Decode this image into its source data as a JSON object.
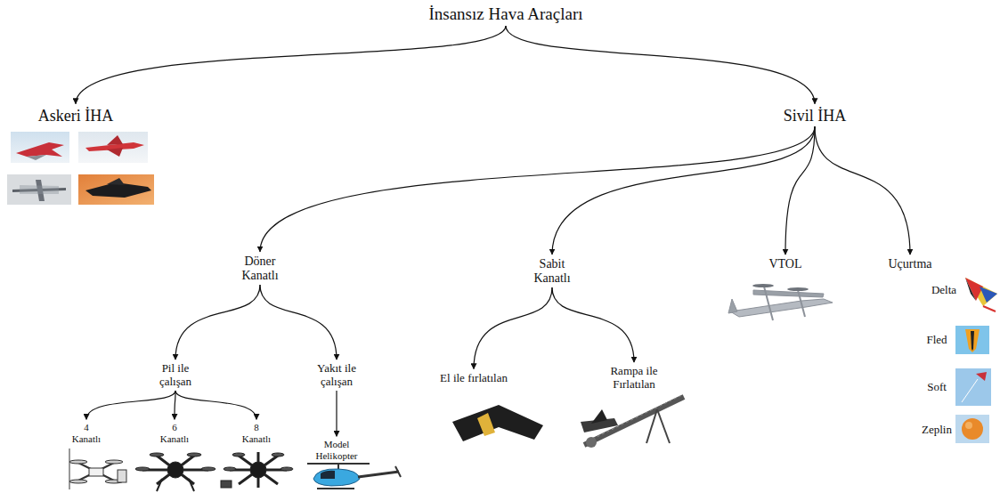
{
  "diagram": {
    "nodes": [
      {
        "text": [
          "İnsansız Hava Araçları"
        ]
      },
      {
        "text": [
          "Askeri İHA"
        ]
      },
      {
        "text": [
          "Sivil İHA"
        ]
      },
      {
        "text": [
          "Döner Kanatlı"
        ]
      },
      {
        "text": [
          "Sabit Kanatlı"
        ]
      },
      {
        "text": [
          "VTOL"
        ]
      },
      {
        "text": [
          "Uçurtma"
        ]
      },
      {
        "text": [
          "Pil ile çalışan"
        ]
      },
      {
        "text": [
          "Yakıt ile çalışan"
        ]
      },
      {
        "text": [
          "El ile fırlatılan"
        ]
      },
      {
        "text": [
          "Rampa ile Fırlatılan"
        ]
      },
      {
        "text": [
          "4 Kanatlı"
        ]
      },
      {
        "text": [
          "6 Kanatlı"
        ]
      },
      {
        "text": [
          "8 Kanatlı"
        ]
      },
      {
        "text": [
          "Model Helikopter"
        ]
      }
    ],
    "edges": [
      {
        "from": 0,
        "to": 1,
        "arrow": "to"
      },
      {
        "from": 0,
        "to": 2,
        "arrow": "to"
      },
      {
        "from": 2,
        "to": 3,
        "arrow": "to"
      },
      {
        "from": 2,
        "to": 4,
        "arrow": "to"
      },
      {
        "from": 2,
        "to": 5,
        "arrow": "to"
      },
      {
        "from": 2,
        "to": 6,
        "arrow": "to"
      },
      {
        "from": 3,
        "to": 7,
        "arrow": "to"
      },
      {
        "from": 3,
        "to": 8,
        "arrow": "to"
      },
      {
        "from": 4,
        "to": 9,
        "arrow": "to"
      },
      {
        "from": 4,
        "to": 10,
        "arrow": "to"
      },
      {
        "from": 7,
        "to": 11,
        "arrow": "to"
      },
      {
        "from": 7,
        "to": 12,
        "arrow": "to"
      },
      {
        "from": 7,
        "to": 13,
        "arrow": "to"
      },
      {
        "from": 8,
        "to": 14,
        "arrow": "to"
      }
    ],
    "labels": [
      "Delta",
      "Fled",
      "Soft",
      "Zeplin"
    ]
  }
}
